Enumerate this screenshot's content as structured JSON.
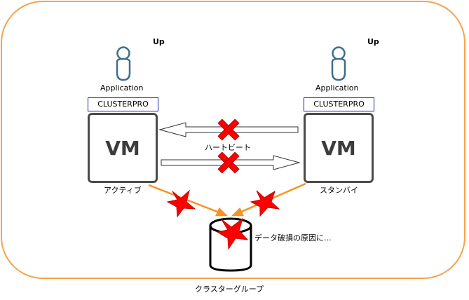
{
  "colors": {
    "group_border": "#f7a34b",
    "orange_line": "#f7931e",
    "red_mark": "#ff0000",
    "cp_border": "#1a1aa8",
    "vm_border": "#4a4a4a"
  },
  "group": {
    "label": "クラスターグループ"
  },
  "left": {
    "status": "Up",
    "app_label": "Application",
    "cp_label": "CLUSTERPRO",
    "vm_label": "VM",
    "role_label": "アクティブ"
  },
  "right": {
    "status": "Up",
    "app_label": "Application",
    "cp_label": "CLUSTERPRO",
    "vm_label": "VM",
    "role_label": "スタンバイ"
  },
  "heartbeat": {
    "label": "ハートビート"
  },
  "storage": {
    "note": "データ破損の原因に..."
  },
  "icons": [
    "user-icon",
    "user-icon",
    "cross-icon",
    "cross-icon",
    "burst-icon",
    "burst-icon",
    "burst-icon",
    "storage-cylinder-icon"
  ]
}
